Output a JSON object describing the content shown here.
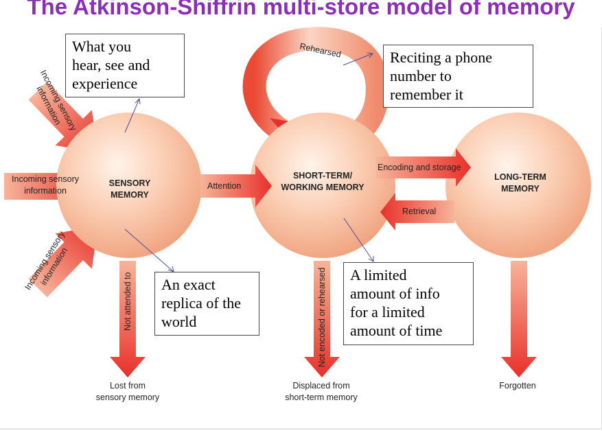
{
  "title": "The Atkinson-Shiffrin multi-store model of memory",
  "stores": {
    "sensory": [
      "SENSORY",
      "MEMORY"
    ],
    "short_term": [
      "SHORT-TERM/",
      "WORKING MEMORY"
    ],
    "long_term": [
      "LONG-TERM",
      "MEMORY"
    ]
  },
  "inputs": {
    "top": [
      "Incoming sensory",
      "information"
    ],
    "middle": [
      "Incoming sensory",
      "information"
    ],
    "bottom": [
      "Incoming sensory",
      "information"
    ]
  },
  "arrows": {
    "attention": "Attention",
    "encoding": "Encoding and storage",
    "retrieval": "Retrieval",
    "rehearsed": "Rehearsed",
    "not_attended": "Not attended to",
    "not_encoded": "Not encoded or rehearsed"
  },
  "outcomes": {
    "sensory": [
      "Lost from",
      "sensory memory"
    ],
    "short_term": [
      "Displaced from",
      "short-term memory"
    ],
    "long_term": [
      "Forgotten"
    ]
  },
  "callouts": {
    "what_you_hear": [
      "What you",
      "hear, see and",
      "experience"
    ],
    "reciting": [
      "Reciting a phone",
      "number to",
      "remember it"
    ],
    "exact_replica": [
      "An exact",
      "replica of the",
      "world"
    ],
    "limited": [
      "A limited",
      "amount of info",
      "for a limited",
      "amount of time"
    ]
  },
  "colors": {
    "title": "#8a2fb8",
    "sphere_light": "#fde1cf",
    "sphere_dark": "#f2a27c",
    "arrow_dark": "#e8302a",
    "arrow_light": "#f5a98a"
  }
}
